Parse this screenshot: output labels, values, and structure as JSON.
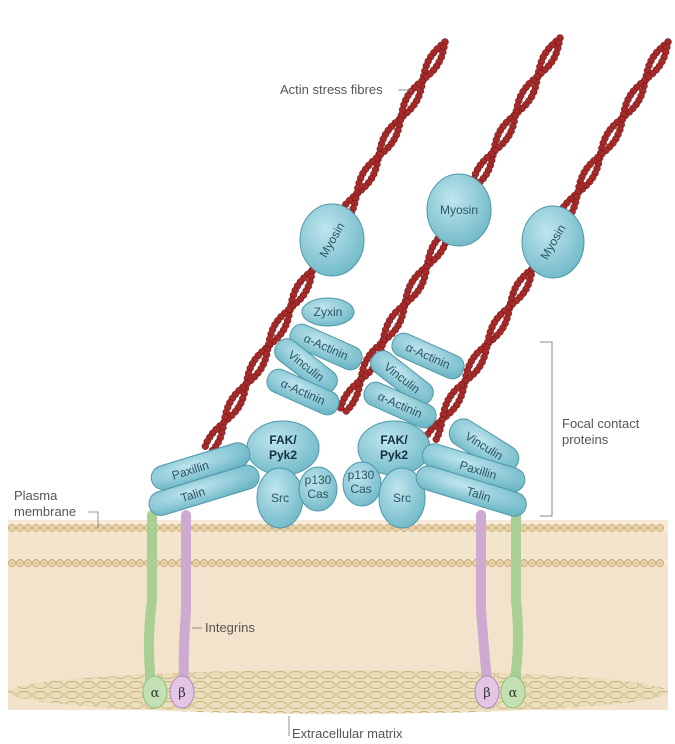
{
  "labels": {
    "actin": "Actin stress fibres",
    "focal_contact_line1": "Focal contact",
    "focal_contact_line2": "proteins",
    "plasma_line1": "Plasma",
    "plasma_line2": "membrane",
    "integrins": "Integrins",
    "ecm": "Extracellular matrix"
  },
  "proteins": {
    "myosin": "Myosin",
    "zyxin": "Zyxin",
    "alpha_actinin": "α-Actinin",
    "vinculin": "Vinculin",
    "fak_line1": "FAK/",
    "fak_line2": "Pyk2",
    "paxillin": "Paxillin",
    "talin": "Talin",
    "src": "Src",
    "p130_line1": "p130",
    "p130_line2": "Cas",
    "alpha": "α",
    "beta": "β"
  },
  "colors": {
    "actin": "#9e2424",
    "protein_fill": "#86c8d4",
    "protein_stroke": "#4f97a8",
    "membrane_head": "#e0c79a",
    "cytoplasm": "#f5e6d2",
    "integrin_alpha": "#b9d9a8",
    "integrin_beta": "#d8b8d8",
    "ecm": "#d8c79a"
  }
}
